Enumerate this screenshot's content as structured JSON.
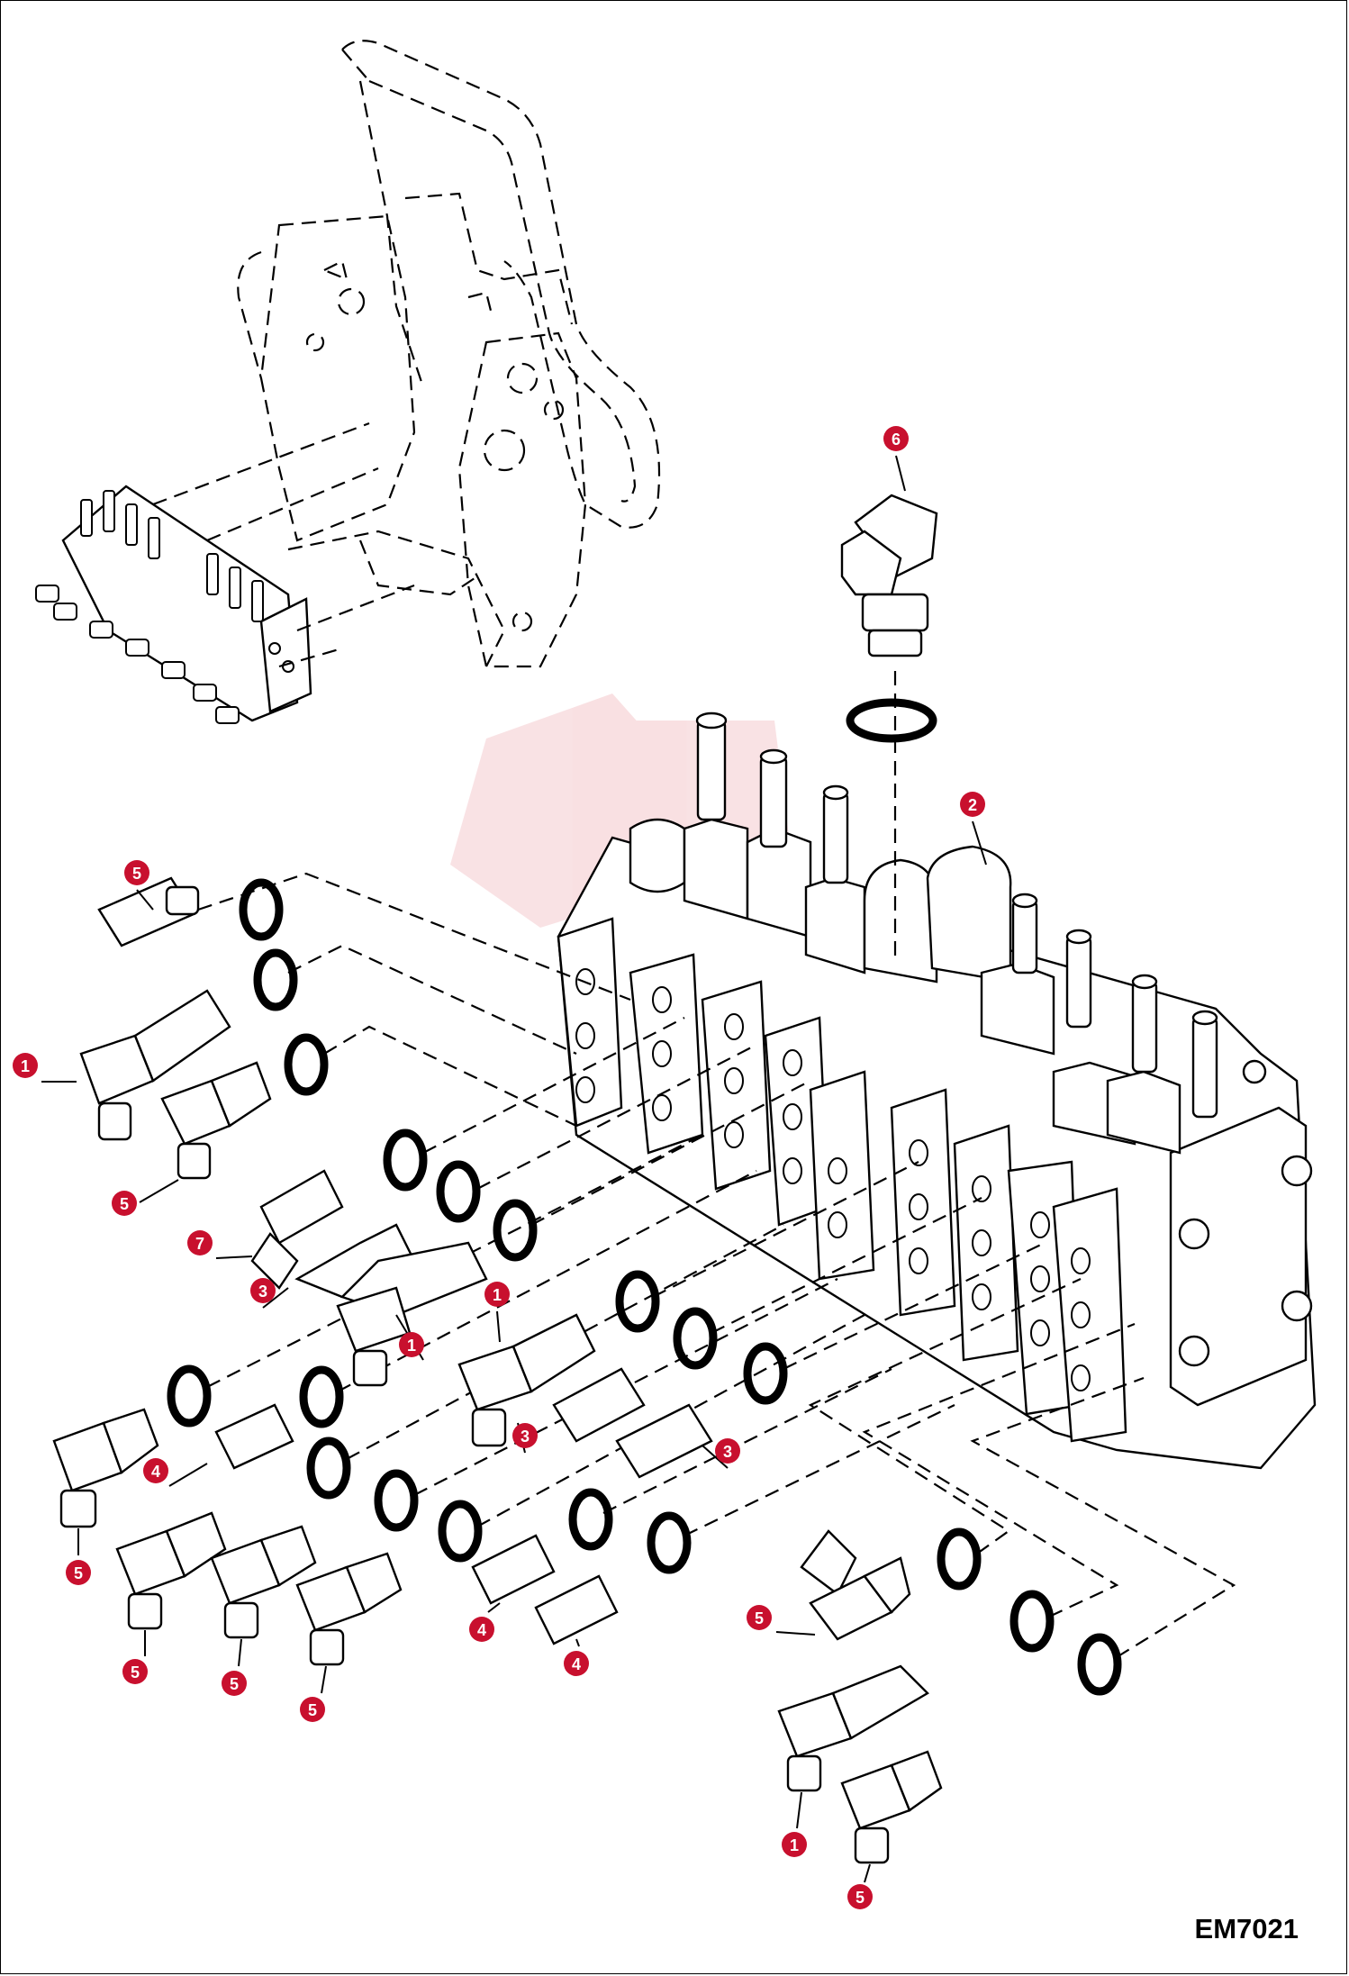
{
  "diagram": {
    "drawing_code": "EM7021",
    "callouts": [
      {
        "id": "c6a",
        "label": "6"
      },
      {
        "id": "c2a",
        "label": "2"
      },
      {
        "id": "c5a",
        "label": "5"
      },
      {
        "id": "c1a",
        "label": "1"
      },
      {
        "id": "c5b",
        "label": "5"
      },
      {
        "id": "c7a",
        "label": "7"
      },
      {
        "id": "c3a",
        "label": "3"
      },
      {
        "id": "c1b",
        "label": "1"
      },
      {
        "id": "c1c",
        "label": "1"
      },
      {
        "id": "c3b",
        "label": "3"
      },
      {
        "id": "c3c",
        "label": "3"
      },
      {
        "id": "c4a",
        "label": "4"
      },
      {
        "id": "c5c",
        "label": "5"
      },
      {
        "id": "c5d",
        "label": "5"
      },
      {
        "id": "c5e",
        "label": "5"
      },
      {
        "id": "c5f",
        "label": "5"
      },
      {
        "id": "c4b",
        "label": "4"
      },
      {
        "id": "c4c",
        "label": "4"
      },
      {
        "id": "c5g",
        "label": "5"
      },
      {
        "id": "c1d",
        "label": "1"
      },
      {
        "id": "c5h",
        "label": "5"
      }
    ]
  }
}
